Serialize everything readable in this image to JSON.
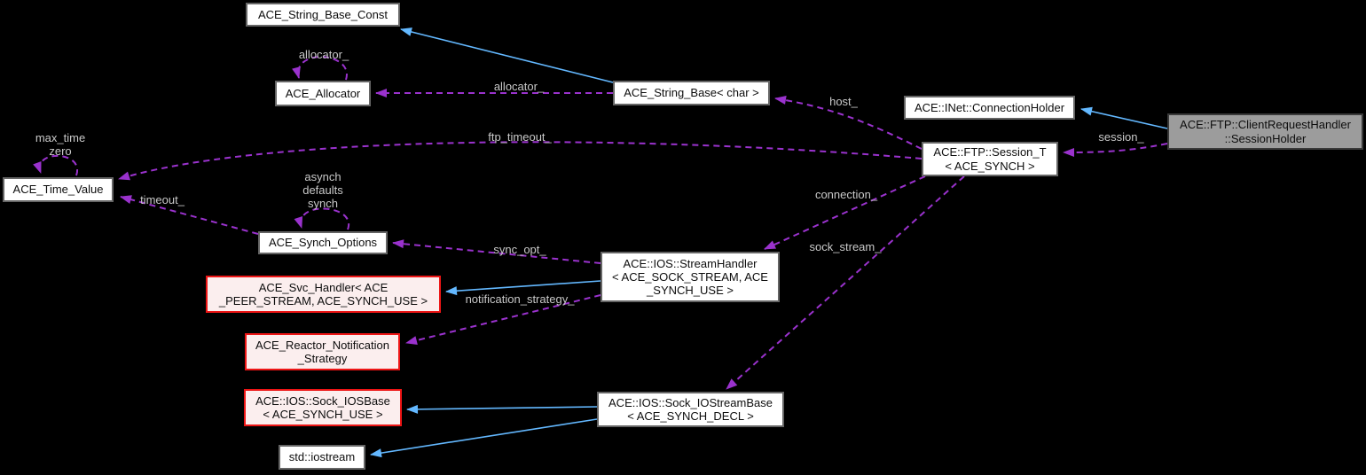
{
  "diagram": {
    "type": "doxygen-collaboration-graph",
    "focus_node": "ACE::FTP::ClientRequestHandler::SessionHolder",
    "colors": {
      "background": "#000000",
      "inheritance_edge": "#63b8ff",
      "usage_edge": "#9a32cd",
      "node_fill": "#ffffff",
      "node_border": "#656565",
      "focus_node_fill": "#9c9c9c",
      "truncated_node_fill": "#fbeeee",
      "truncated_node_border": "#ed1515",
      "node_text": "#000000",
      "edge_label_text": "#c9c9c9"
    },
    "nodes": {
      "string_base_const": {
        "label": "ACE_String_Base_Const"
      },
      "allocator": {
        "label": "ACE_Allocator"
      },
      "string_base_char": {
        "label": "ACE_String_Base< char >"
      },
      "connection_holder": {
        "label": "ACE::INet::ConnectionHolder"
      },
      "session_t": {
        "label": "ACE::FTP::Session_T\n< ACE_SYNCH >"
      },
      "session_holder": {
        "label": "ACE::FTP::ClientRequestHandler\n::SessionHolder"
      },
      "time_value": {
        "label": "ACE_Time_Value"
      },
      "synch_options": {
        "label": "ACE_Synch_Options"
      },
      "stream_handler": {
        "label": "ACE::IOS::StreamHandler\n< ACE_SOCK_STREAM, ACE\n_SYNCH_USE >"
      },
      "svc_handler": {
        "label": "ACE_Svc_Handler< ACE\n_PEER_STREAM, ACE_SYNCH_USE >"
      },
      "reactor_notification": {
        "label": "ACE_Reactor_Notification\n_Strategy"
      },
      "sock_iosbase": {
        "label": "ACE::IOS::Sock_IOSBase\n< ACE_SYNCH_USE >"
      },
      "std_iostream": {
        "label": "std::iostream"
      },
      "sock_iostreambase": {
        "label": "ACE::IOS::Sock_IOStreamBase\n< ACE_SYNCH_DECL >"
      }
    },
    "edge_labels": {
      "allocator_self": "allocator_",
      "allocator": "allocator_",
      "host": "host_",
      "ftp_timeout": "ftp_timeout_",
      "session": "session_",
      "max_time_zero": "max_time\nzero",
      "timeout": "timeout_",
      "asynch_defaults_synch": "asynch\ndefaults\nsynch",
      "sync_opt": "sync_opt_",
      "notification_strategy": "notification_strategy_",
      "connection": "connection_",
      "sock_stream": "sock_stream_"
    }
  }
}
